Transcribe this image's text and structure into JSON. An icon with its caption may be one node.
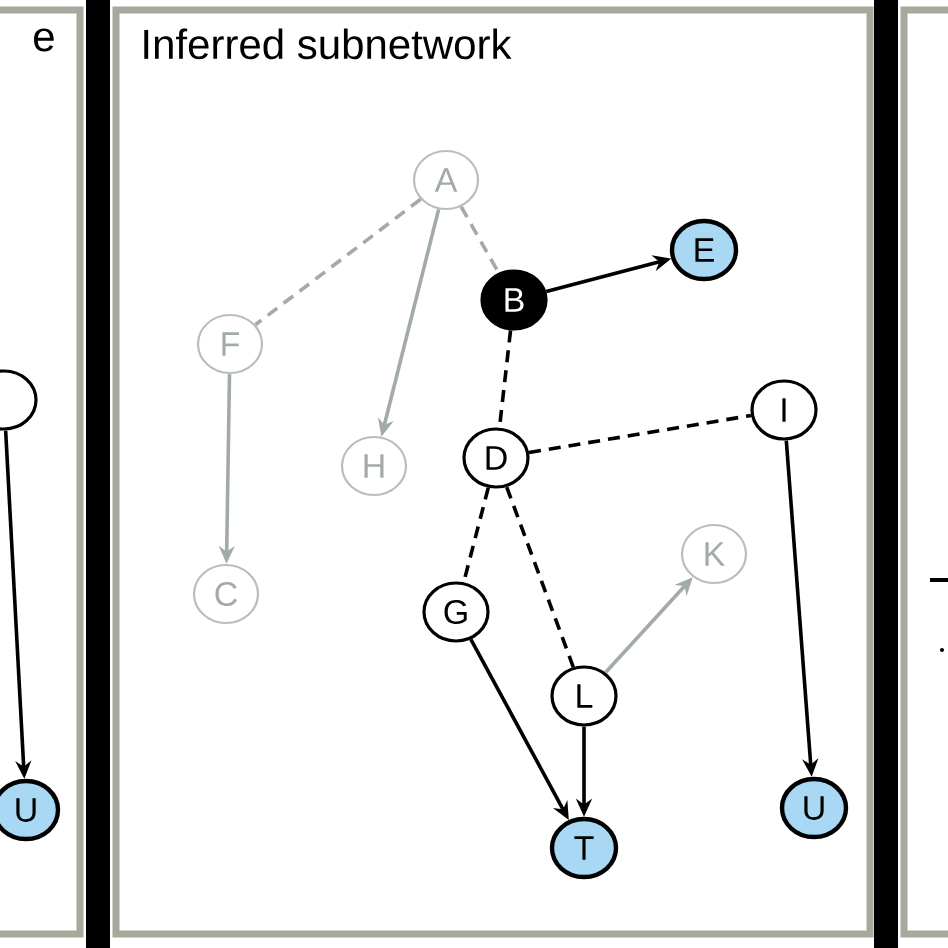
{
  "diagram": {
    "nodes": [
      {
        "text": [
          "e"
        ]
      },
      {
        "text": [],
        "shape": "circle",
        "in": 0
      },
      {
        "text": [
          "U"
        ],
        "in": 0
      },
      {
        "text": [
          "Inferred subnetwork"
        ]
      },
      {
        "text": [
          "A"
        ],
        "in": 3
      },
      {
        "text": [
          "E"
        ],
        "in": 3
      },
      {
        "text": [
          "B"
        ],
        "in": 3
      },
      {
        "text": [
          "F"
        ],
        "in": 3
      },
      {
        "text": [
          "I"
        ],
        "in": 3
      },
      {
        "text": [
          "D"
        ],
        "in": 3
      },
      {
        "text": [
          "H"
        ],
        "in": 3
      },
      {
        "text": [
          "K"
        ],
        "in": 3
      },
      {
        "text": [
          "C"
        ],
        "in": 3
      },
      {
        "text": [
          "G"
        ],
        "in": 3
      },
      {
        "text": [
          "L"
        ],
        "in": 3
      },
      {
        "text": [
          "U"
        ],
        "in": 3
      },
      {
        "text": [
          "T"
        ],
        "in": 3
      }
    ],
    "edges": [
      {
        "from": 1,
        "to": 2,
        "arrow": "to"
      },
      {
        "from": 4,
        "to": 7,
        "arrow": "none",
        "style": "dashed",
        "color": "#a3aba7"
      },
      {
        "from": 4,
        "to": 10,
        "arrow": "to",
        "color": "#a3aba7"
      },
      {
        "from": 4,
        "to": 6,
        "arrow": "none",
        "style": "dashed",
        "color": "#a3aba7"
      },
      {
        "from": 6,
        "to": 5,
        "arrow": "to"
      },
      {
        "from": 6,
        "to": 9,
        "arrow": "none",
        "style": "dashed"
      },
      {
        "from": 9,
        "to": 8,
        "arrow": "none",
        "style": "dashed"
      },
      {
        "from": 9,
        "to": 13,
        "arrow": "none",
        "style": "dashed"
      },
      {
        "from": 9,
        "to": 14,
        "arrow": "none",
        "style": "dashed"
      },
      {
        "from": 7,
        "to": 12,
        "arrow": "to",
        "color": "#a3aba7"
      },
      {
        "from": 13,
        "to": 16,
        "arrow": "to"
      },
      {
        "from": 14,
        "to": 16,
        "arrow": "to"
      },
      {
        "from": 14,
        "to": 11,
        "arrow": "to",
        "color": "#a3aba7"
      },
      {
        "from": 8,
        "to": 15,
        "arrow": "to"
      }
    ]
  }
}
